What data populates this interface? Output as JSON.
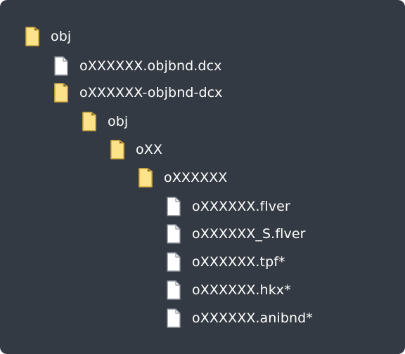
{
  "tree": {
    "items": [
      {
        "label": "obj",
        "type": "folder"
      },
      {
        "label": "oXXXXXX.objbnd.dcx",
        "type": "file"
      },
      {
        "label": "oXXXXXX-objbnd-dcx",
        "type": "folder"
      },
      {
        "label": "obj",
        "type": "folder"
      },
      {
        "label": "oXX",
        "type": "folder"
      },
      {
        "label": "oXXXXXX",
        "type": "folder"
      },
      {
        "label": "oXXXXXX.flver",
        "type": "file"
      },
      {
        "label": "oXXXXXX_S.flver",
        "type": "file"
      },
      {
        "label": "oXXXXXX.tpf*",
        "type": "file"
      },
      {
        "label": "oXXXXXX.hkx*",
        "type": "file"
      },
      {
        "label": "oXXXXXX.anibnd*",
        "type": "file"
      }
    ]
  },
  "colors": {
    "background": "#343a43",
    "folder_fill": "#fce38a",
    "folder_stroke": "#d4aa3c",
    "file_fill": "#ffffff",
    "file_stroke": "#8a8f96",
    "text": "#ffffff"
  }
}
